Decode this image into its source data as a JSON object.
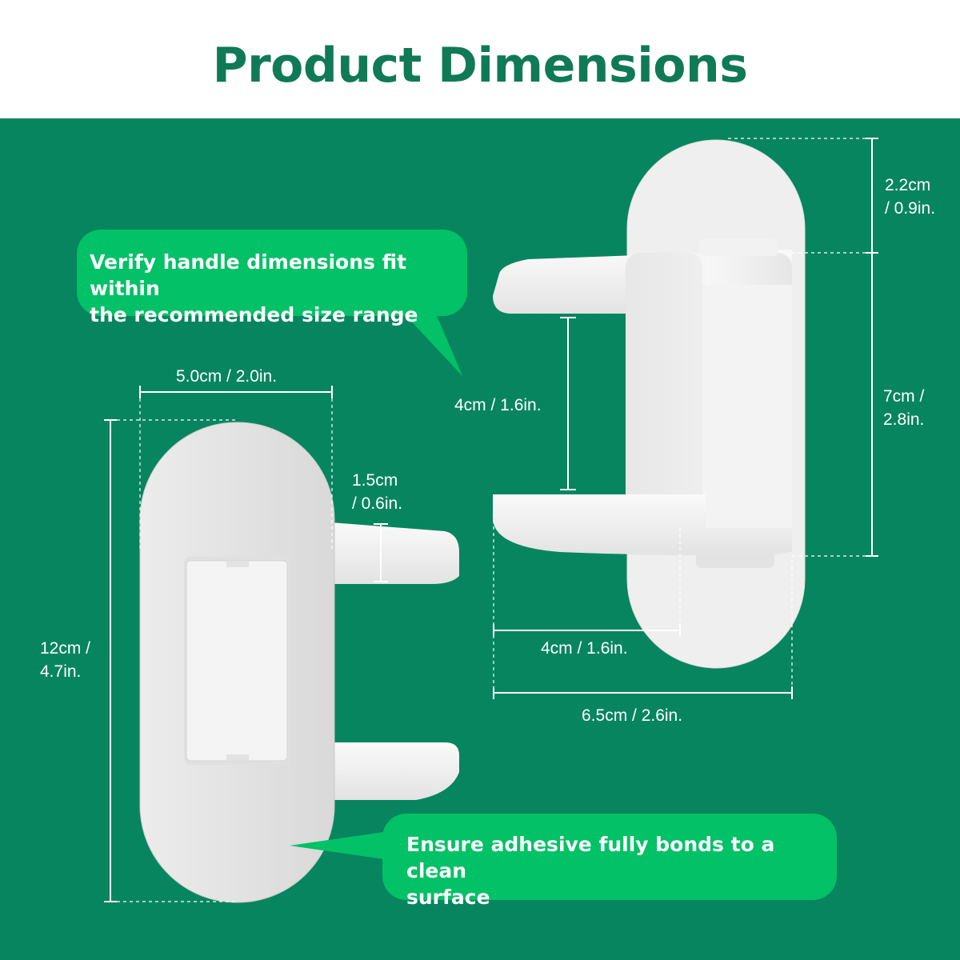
{
  "header": {
    "title": "Product Dimensions"
  },
  "callouts": {
    "top": {
      "line1": "Verify handle dimensions fit within",
      "line2": "the recommended size range"
    },
    "bottom": {
      "line1": "Ensure adhesive fully bonds to a clean",
      "line2": "surface"
    }
  },
  "front_view": {
    "width_label": "5.0cm / 2.0in.",
    "height_line1": "12cm /",
    "height_line2": "4.7in.",
    "arm_line1": "1.5cm",
    "arm_line2": "/ 0.6in."
  },
  "side_view": {
    "top_line1": "2.2cm",
    "top_line2": "/ 0.9in.",
    "body_line1": "7cm /",
    "body_line2": "2.8in.",
    "gap_label": "4cm / 1.6in.",
    "depth_label": "4cm / 1.6in.",
    "total_label": "6.5cm / 2.6in."
  },
  "colors": {
    "brand_green": "#0f7a55",
    "panel_green": "#07855f",
    "callout_green": "#02c166",
    "text_white": "#ffffff"
  }
}
